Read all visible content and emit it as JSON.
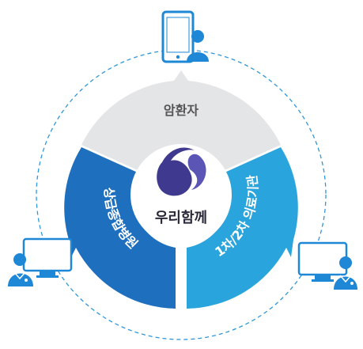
{
  "center": {
    "label": "우리함께"
  },
  "segments": {
    "top": {
      "label": "암환자",
      "color": "#e4e5e7",
      "text_color": "#555555"
    },
    "left": {
      "label": "상급종합병원",
      "color": "#1f6fbf",
      "text_color": "#ffffff"
    },
    "right": {
      "label": "1차/2차 의료기관",
      "color": "#2aa4dc",
      "text_color": "#ffffff"
    }
  },
  "colors": {
    "accent_blue": "#1f88d6",
    "dashed_ring": "#2f97d8",
    "logo_dark": "#3f3a8f",
    "logo_light": "#5b56b5",
    "center_text": "#2a2a3a"
  },
  "icons": [
    "mobile-patient-icon",
    "doctor-computer-icon-left",
    "doctor-computer-icon-right"
  ]
}
